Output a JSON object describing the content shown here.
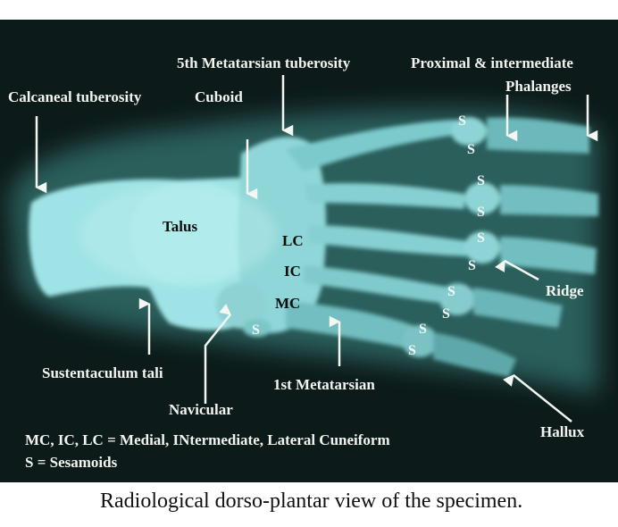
{
  "figure": {
    "colors": {
      "background": "#0c1a19",
      "bone_bright": "#9fe3e6",
      "bone_mid": "#5fb4b6",
      "soft_tissue": "#2d6563",
      "label_light": "#f2f4f0",
      "label_dark": "#0a0f0e"
    },
    "labels": {
      "calcaneal_tuberosity": "Calcaneal tuberosity",
      "cuboid": "Cuboid",
      "fifth_metatarsian_tuberosity": "5th Metatarsian tuberosity",
      "phalanges_line1": "Proximal & intermediate",
      "phalanges_line2": "Phalanges",
      "talus": "Talus",
      "lc": "LC",
      "ic": "IC",
      "mc": "MC",
      "ridge": "Ridge",
      "sustentaculum_tali": "Sustentaculum tali",
      "navicular": "Navicular",
      "first_metatarsian": "1st Metatarsian",
      "hallux": "Hallux"
    },
    "sesamoid_marker": "S",
    "legend": {
      "line1": "MC, IC, LC = Medial, INtermediate, Lateral  Cuneiform",
      "line2": "S = Sesamoids"
    }
  },
  "caption": "Radiological dorso-plantar view of the specimen."
}
